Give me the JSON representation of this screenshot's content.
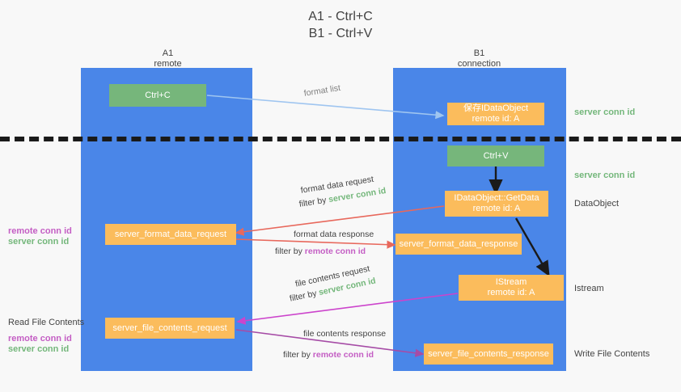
{
  "title": {
    "line1": "A1 - Ctrl+C",
    "line2": "B1 - Ctrl+V"
  },
  "lanes": [
    {
      "id": "a1",
      "name": "A1",
      "subtitle": "remote",
      "header": "A1\nremote"
    },
    {
      "id": "b1",
      "name": "B1",
      "subtitle": "connection",
      "header": "B1\nconnection"
    }
  ],
  "nodes": {
    "ctrl_c": "Ctrl+C",
    "ctrl_v": "Ctrl+V",
    "save_idataobject_l1": "保存IDataObject",
    "save_idataobject_l2": "remote id: A",
    "getdata_l1": "IDataObject::GetData",
    "getdata_l2": "remote id: A",
    "istream_l1": "IStream",
    "istream_l2": "remote id: A",
    "server_format_data_request": "server_format_data_request",
    "server_format_data_response": "server_format_data_response",
    "server_file_contents_request": "server_file_contents_request",
    "server_file_contents_response": "server_file_contents_response"
  },
  "right_labels": {
    "server_conn_id_top": "server conn id",
    "server_conn_id_mid": "server conn id",
    "dataobject": "DataObject",
    "istream": "Istream",
    "write_file_contents": "Write File Contents"
  },
  "left_labels": {
    "remote_conn_id_1": "remote conn id",
    "server_conn_id_1": "server conn id",
    "read_file_contents": "Read File Contents",
    "remote_conn_id_2": "remote conn id",
    "server_conn_id_2": "server conn id"
  },
  "edges": {
    "format_list": "format list",
    "format_data_request": "format data request",
    "format_data_request_filter_prefix": "filter by ",
    "format_data_request_filter_value": "server conn id",
    "format_data_response": "format data response",
    "format_data_response_filter_prefix": "filter by ",
    "format_data_response_filter_value": "remote conn id",
    "file_contents_request": "file contents request",
    "file_contents_request_filter_prefix": "filter by ",
    "file_contents_request_filter_value": "server conn id",
    "file_contents_response": "file contents response",
    "file_contents_response_filter_prefix": "filter by ",
    "file_contents_response_filter_value": "remote conn id"
  },
  "colors": {
    "lane_blue": "#4a86e8",
    "node_green": "#76b67b",
    "node_orange": "#fbbc5c",
    "accent_green": "#74b77b",
    "accent_purple": "#c45ec4",
    "arrow_lightblue": "#9fc5f0",
    "arrow_red": "#e8685c",
    "arrow_magenta": "#cc44cc",
    "arrow_purple": "#a64ca6",
    "arrow_black": "#1a1a1a",
    "background": "#f8f8f8",
    "text_dark": "#434343"
  }
}
